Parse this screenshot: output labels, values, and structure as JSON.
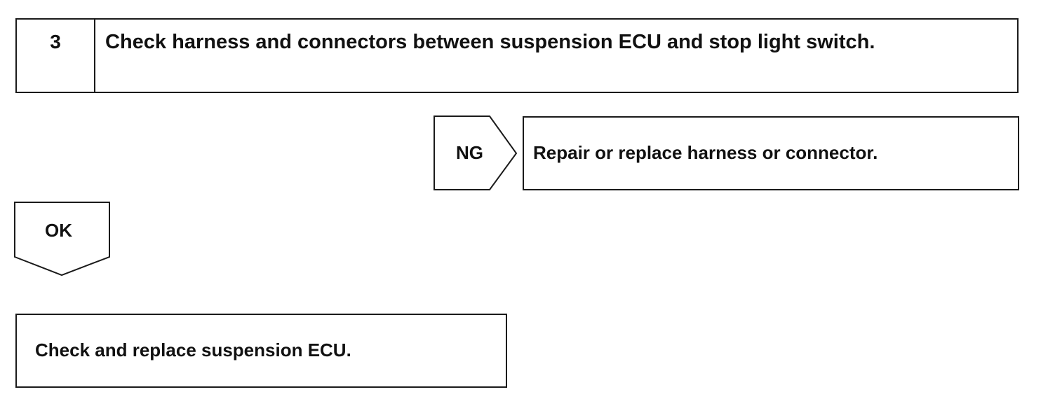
{
  "step": {
    "number": "3",
    "title": "Check harness and connectors between suspension ECU and stop light switch."
  },
  "ng_branch": {
    "label": "NG",
    "action": "Repair or replace harness or connector."
  },
  "ok_branch": {
    "label": "OK",
    "action": "Check and replace suspension ECU."
  }
}
